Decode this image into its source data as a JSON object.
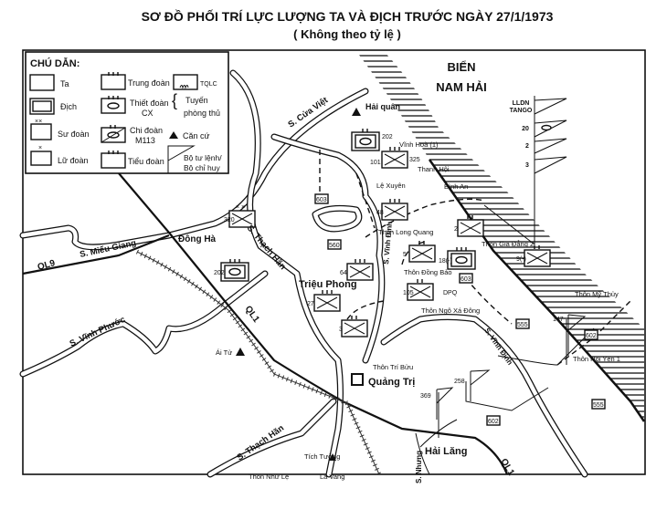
{
  "title": "SƠ ĐỒ PHỐI TRÍ LỰC LƯỢNG TA VÀ ĐỊCH TRƯỚC NGÀY 27/1/1973",
  "subtitle": "( Không theo tỷ lệ )",
  "legend": {
    "heading": "CHÚ DẪN:",
    "items": [
      "Ta",
      "Địch",
      "Sư đoàn",
      "Lữ đoàn",
      "Trung đoàn",
      "Thiết đoàn",
      "CX",
      "Chi đoàn",
      "M113",
      "Tiểu đoàn",
      "TQLC",
      "Tuyến",
      "phòng thủ",
      "Căn cứ",
      "Bộ tư lệnh/",
      "Bộ chỉ huy"
    ]
  },
  "sea": {
    "line1": "BIỂN",
    "line2": "NAM HẢI"
  },
  "places": {
    "hai_quan": "Hải quân",
    "vinh_hoa": "Vĩnh Hoà (1)",
    "thanh_hoi": "Thanh Hội",
    "le_xuyen": "Lệ Xuyên",
    "binh_an": "Bình An",
    "long_quang": "Thôn Long Quang",
    "gia_dang": "Thôn Gia Đẳng 2",
    "dong_bao": "Thôn Đồng Bảo",
    "ngo_xa_dong": "Thôn Ngô Xá Đông",
    "my_thuy": "Thôn Mỹ Thủy",
    "hoi_yen": "Thôn Hội Yên  1",
    "tri_buu": "Thôn Trí Bửu",
    "quang_tri": "Quảng Trị",
    "hai_lang": "Hải Lăng",
    "dong_ha": "Đông Hà",
    "trieu_phong": "Triệu Phong",
    "ai_tu": "Ái Tử",
    "tich_tuong": "Tích Tường",
    "nhu_le": "Thôn Như Lệ",
    "la_vang": "La Vang"
  },
  "rivers": {
    "cua_viet": "S. Cửa Việt",
    "mieu_giang": "S. Miếu Giang",
    "thach_han": "S. Thạch Hãn",
    "thach_han2": "S. Thạch Hãn",
    "vinh_phuoc": "S. Vĩnh Phước",
    "vinh_dinh": "S. Vĩnh Định",
    "vinh_dinh2": "S. Vĩnh Định",
    "nhung": "S. Nhưng"
  },
  "roads": {
    "ql9": "QL9",
    "ql1a": "QL1",
    "ql1b": "QL1"
  },
  "units": {
    "lldn": "LLDN",
    "tango": "TANGO",
    "u20": "20",
    "u2cmd": "2",
    "u3cmd": "3",
    "u202a": "202",
    "u101": "101",
    "u325": "325",
    "u48": "48",
    "u2": "2",
    "u5": "5",
    "u18": "18(-)",
    "u9": "9(-)",
    "u105": "105",
    "dpq": "DPQ",
    "u147": "147",
    "u258": "258",
    "u369": "369",
    "u320": "320",
    "u202b": "202",
    "u64": "64",
    "u27": "27",
    "u3": "3"
  },
  "bases": {
    "b603a": "603",
    "b603b": "603",
    "b560": "560",
    "b555a": "555",
    "b555b": "555",
    "b602a": "602",
    "b602b": "602"
  }
}
